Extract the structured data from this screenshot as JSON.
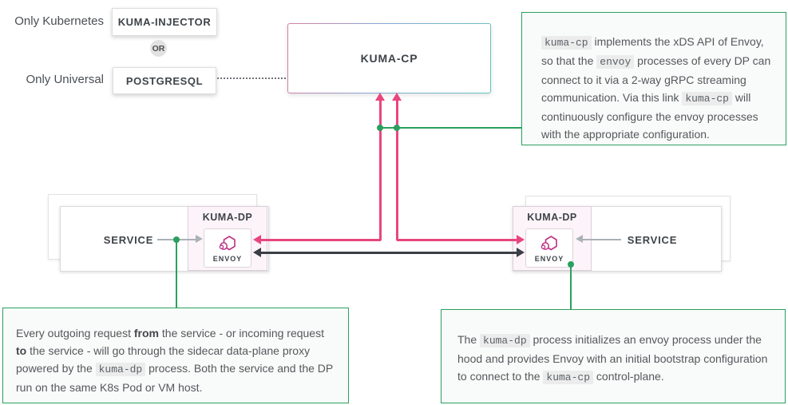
{
  "colors": {
    "pink_arrow": "#e8467f",
    "black_arrow": "#3b3f45",
    "gray_arrow": "#aab1b7",
    "green_annotation": "#2aa05f",
    "envoy_magenta": "#bf3486",
    "kuma_dp_bg": "#fdf4f9",
    "code_bg": "#ececec",
    "cp_gradient": [
      "#d77fa0",
      "#86a9d8",
      "#66c2bd"
    ]
  },
  "top_left": {
    "only_kubernetes": "Only Kubernetes",
    "kuma_injector": "KUMA-INJECTOR",
    "or": "OR",
    "only_universal": "Only Universal",
    "postgresql": "POSTGRESQL"
  },
  "control_plane": {
    "label": "KUMA-CP"
  },
  "left_group": {
    "service": "SERVICE",
    "kuma_dp": "KUMA-DP",
    "envoy": "ENVOY"
  },
  "right_group": {
    "service": "SERVICE",
    "kuma_dp": "KUMA-DP",
    "envoy": "ENVOY"
  },
  "annotations": {
    "top_right": {
      "segments": [
        {
          "k": "code",
          "t": "kuma-cp"
        },
        {
          "k": "text",
          "t": " implements the xDS API of Envoy, so that the "
        },
        {
          "k": "code",
          "t": "envoy"
        },
        {
          "k": "text",
          "t": " processes of every DP can connect to it via a 2-way gRPC streaming communication. Via this link "
        },
        {
          "k": "code",
          "t": "kuma-cp"
        },
        {
          "k": "text",
          "t": "  will continuously configure the envoy processes with the appropriate configuration."
        }
      ]
    },
    "bottom_left": {
      "segments": [
        {
          "k": "text",
          "t": "Every outgoing request "
        },
        {
          "k": "bold",
          "t": "from"
        },
        {
          "k": "text",
          "t": " the service - or incoming request "
        },
        {
          "k": "bold",
          "t": "to"
        },
        {
          "k": "text",
          "t": " the service - will go through the sidecar data-plane proxy powered by the "
        },
        {
          "k": "code",
          "t": "kuma-dp"
        },
        {
          "k": "text",
          "t": " process. Both the service and the DP run on the same K8s Pod or VM host."
        }
      ]
    },
    "bottom_right": {
      "segments": [
        {
          "k": "text",
          "t": "The "
        },
        {
          "k": "code",
          "t": "kuma-dp"
        },
        {
          "k": "text",
          "t": " process initializes an envoy process under the hood and provides Envoy with an initial bootstrap configuration to connect to the "
        },
        {
          "k": "code",
          "t": "kuma-cp"
        },
        {
          "k": "text",
          "t": "  control-plane."
        }
      ]
    }
  }
}
